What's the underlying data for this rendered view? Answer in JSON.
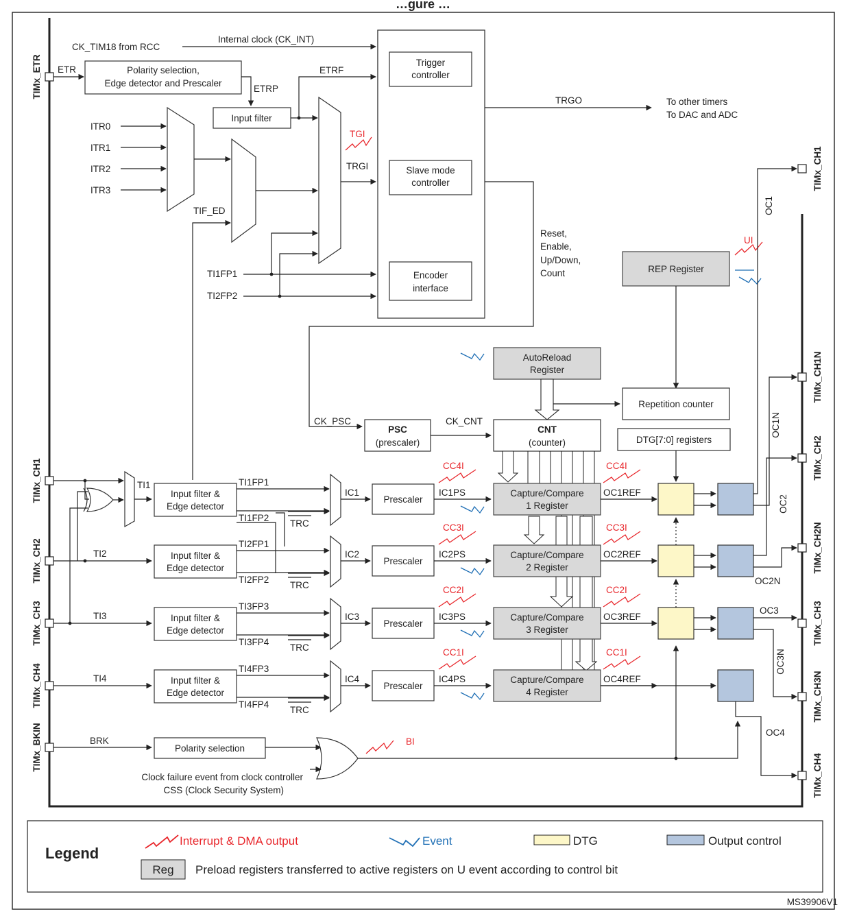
{
  "title": "…gure … ",
  "clock": {
    "source": "CK_TIM18 from RCC",
    "internal": "Internal clock (CK_INT)"
  },
  "etr": {
    "pin": "TIMx_ETR",
    "label": "ETR",
    "polarity1": "Polarity selection,",
    "polarity2": "Edge detector and Prescaler",
    "etrp": "ETRP",
    "input_filter": "Input filter",
    "etrf": "ETRF"
  },
  "itr": [
    "ITR0",
    "ITR1",
    "ITR2",
    "ITR3"
  ],
  "trigger": {
    "trgi": "TRGI",
    "tgi": "TGI",
    "tif_ed": "TIF_ED",
    "ti1fp1": "TI1FP1",
    "ti2fp2": "TI2FP2",
    "trgo": "TRGO",
    "to_timers": "To other timers",
    "to_dac": "To DAC and ADC"
  },
  "controller": {
    "trigger1": "Trigger",
    "trigger2": "controller",
    "slave1": "Slave mode",
    "slave2": "controller",
    "encoder1": "Encoder",
    "encoder2": "interface"
  },
  "modes": [
    "Reset,",
    "Enable,",
    "Up/Down,",
    "Count"
  ],
  "rep": {
    "label": "REP Register",
    "ui": "UI",
    "repcounter": "Repetition counter"
  },
  "autoreload": {
    "line1": "AutoReload",
    "line2": "Register"
  },
  "psc": {
    "ck_psc": "CK_PSC",
    "title": "PSC",
    "sub": "(prescaler)",
    "ck_cnt": "CK_CNT"
  },
  "cnt": {
    "title": "CNT",
    "sub": "(counter)"
  },
  "dtg_reg": "DTG[7:0] registers",
  "channels": [
    {
      "pin": "TIMx_CH1",
      "ti": "TI1",
      "fpA": "TI1FP1",
      "fpB": "TI1FP2",
      "ic": "IC1",
      "icps": "IC1PS",
      "cc1": "Capture/Compare",
      "cc2": "1 Register",
      "cci": "CC4I",
      "ocref": "OC1REF",
      "ocref_irq": "CC4I"
    },
    {
      "pin": "TIMx_CH2",
      "ti": "TI2",
      "fpA": "TI2FP1",
      "fpB": "TI2FP2",
      "ic": "IC2",
      "icps": "IC2PS",
      "cc1": "Capture/Compare",
      "cc2": "2 Register",
      "cci": "CC3I",
      "ocref": "OC2REF",
      "ocref_irq": "CC3I"
    },
    {
      "pin": "TIMx_CH3",
      "ti": "TI3",
      "fpA": "TI3FP3",
      "fpB": "TI3FP4",
      "ic": "IC3",
      "icps": "IC3PS",
      "cc1": "Capture/Compare",
      "cc2": "3 Register",
      "cci": "CC2I",
      "ocref": "OC3REF",
      "ocref_irq": "CC2I"
    },
    {
      "pin": "TIMx_CH4",
      "ti": "TI4",
      "fpA": "TI4FP3",
      "fpB": "TI4FP4",
      "ic": "IC4",
      "icps": "IC4PS",
      "cc1": "Capture/Compare",
      "cc2": "4 Register",
      "cci": "CC1I",
      "ocref": "OC4REF",
      "ocref_irq": "CC1I"
    }
  ],
  "filter": {
    "line1": "Input filter &",
    "line2": "Edge detector"
  },
  "prescaler": "Prescaler",
  "trc": "TRC",
  "outputs": {
    "pins": [
      "TIMx_CH1",
      "TIMx_CH1N",
      "TIMx_CH2",
      "TIMx_CH2N",
      "TIMx_CH3",
      "TIMx_CH3N",
      "TIMx_CH4"
    ],
    "signals": [
      "OC1",
      "OC1N",
      "OC2",
      "OC2N",
      "OC3",
      "OC3N",
      "OC4"
    ]
  },
  "brk": {
    "pin": "TIMx_BKIN",
    "label": "BRK",
    "polarity": "Polarity selection",
    "bi": "BI",
    "clock1": "Clock failure event from clock controller",
    "clock2": "CSS (Clock Security System)"
  },
  "legend": {
    "title": "Legend",
    "interrupt": "Interrupt & DMA output",
    "event": "Event",
    "dtg": "DTG",
    "output": "Output control",
    "reg": "Reg",
    "preload": "Preload registers transferred to active registers on U event according to control bit"
  },
  "footer": "MS39906V1",
  "colors": {
    "interrupt": "#e8262b",
    "event": "#1f6fb5",
    "dtg": "#fdf7c8",
    "output_control": "#b4c6de",
    "register": "#d9d9d9"
  }
}
